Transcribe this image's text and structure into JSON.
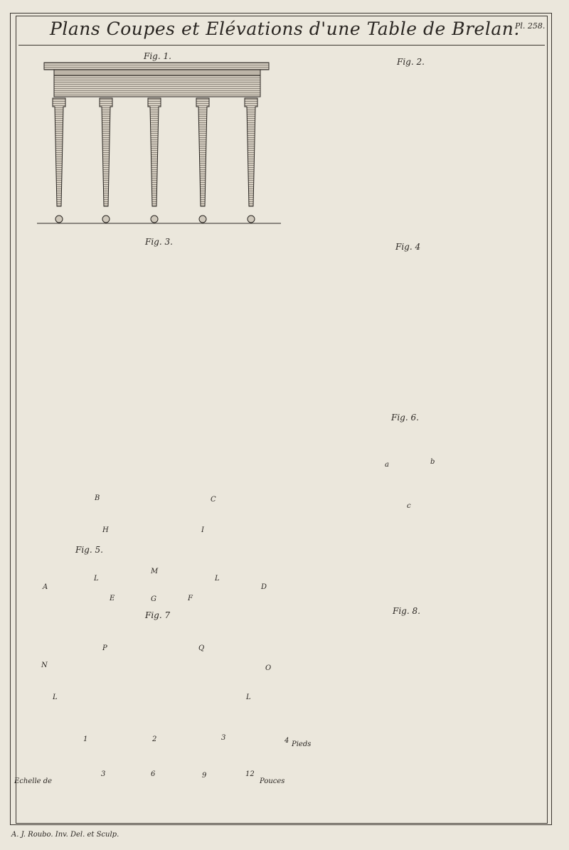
{
  "title": "Plans Coupes et Elévations d'une Table de Brelan.",
  "plate_number": "Pl. 258.",
  "figures": {
    "fig1": "Fig. 1.",
    "fig2": "Fig. 2.",
    "fig3": "Fig. 3.",
    "fig4": "Fig. 4",
    "fig5": "Fig. 5.",
    "fig6": "Fig. 6.",
    "fig7": "Fig. 7",
    "fig8": "Fig. 8."
  },
  "fig5_letters": [
    "B",
    "C",
    "H",
    "I",
    "L",
    "L",
    "M",
    "A",
    "D",
    "E",
    "G",
    "F"
  ],
  "fig6_letters": [
    "a",
    "b",
    "c"
  ],
  "fig7_letters": [
    "P",
    "Q",
    "N",
    "O",
    "L",
    "L"
  ],
  "scale_feet": {
    "ticks": [
      "1",
      "2",
      "3",
      "4"
    ],
    "unit": "Pieds"
  },
  "scale_inches": {
    "prefix": "Echelle de",
    "ticks": [
      "3",
      "6",
      "9",
      "12"
    ],
    "unit": "Pouces"
  },
  "credit": "A. J. Roubo. Inv. Del. et Sculp.",
  "colors": {
    "paper": "#ebe7dc",
    "ink": "#2a2622",
    "wood_dark": "#5e5750",
    "wood_mid": "#8d857b",
    "wood_light": "#cfc8bb"
  }
}
